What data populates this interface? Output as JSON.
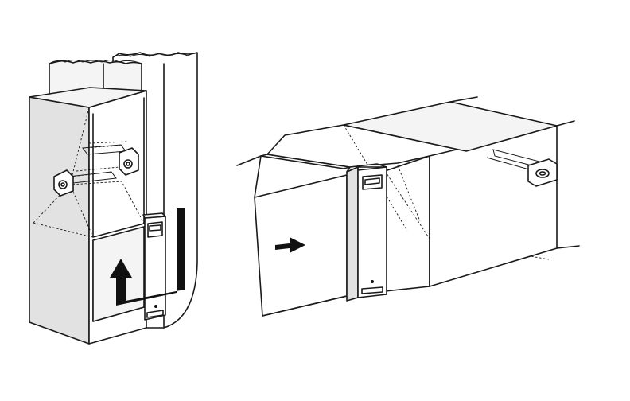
{
  "figure": {
    "panels": [
      {
        "name": "vertical-furnace-installation",
        "arrow": "airflow-up-arrow"
      },
      {
        "name": "horizontal-duct-installation",
        "arrow": "airflow-right-arrow"
      }
    ]
  },
  "colors": {
    "line": "#1a1a1a",
    "panel_fill": "#ffffff",
    "shade_light": "#f4f4f4",
    "shade_mid": "#e2e2e2",
    "arrow": "#111111"
  }
}
